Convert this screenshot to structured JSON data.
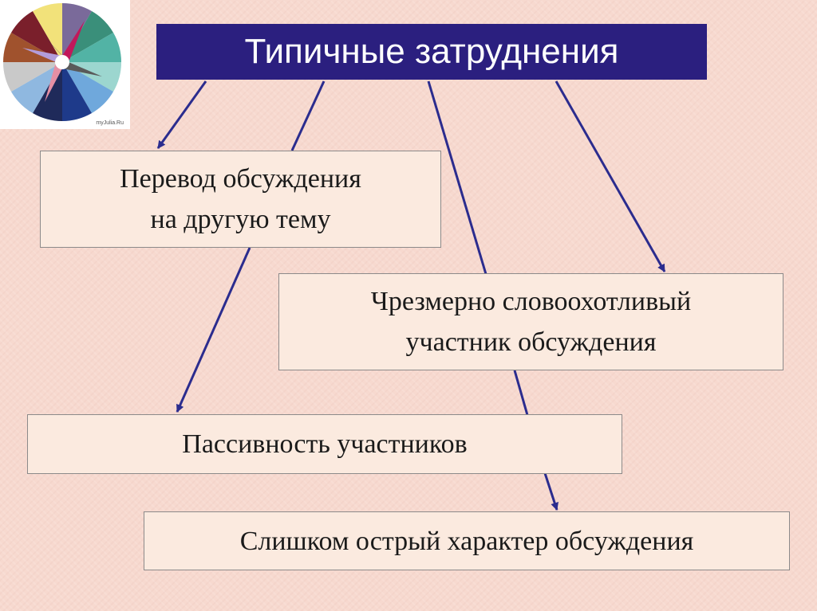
{
  "title": "Типичные затруднения",
  "logo": {
    "caption": "myJulia.Ru"
  },
  "boxes": {
    "topic": {
      "line1": "Перевод обсуждения",
      "line2": "на другую тему"
    },
    "talkative": {
      "line1": "Чрезмерно словоохотливый",
      "line2": "участник обсуждения"
    },
    "passive": {
      "text": "Пассивность участников"
    },
    "sharp": {
      "text": "Слишком острый характер обсуждения"
    }
  },
  "colors": {
    "title_bg": "#2b1f7f",
    "arrow": "#2b2c8e",
    "box_bg": "#fbeadf"
  }
}
